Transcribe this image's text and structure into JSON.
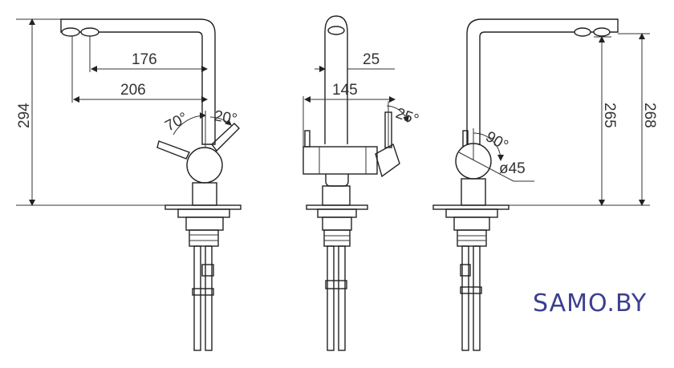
{
  "brand": {
    "logo_text": "SAMO.BY",
    "color": "#3b3f8f"
  },
  "left_view": {
    "total_height": "294",
    "reach_inner": "176",
    "reach_outer": "206",
    "lever_angle_a": "70°",
    "lever_angle_b": "20°"
  },
  "center_view": {
    "spout_diameter": "25",
    "body_width": "145",
    "lever_angle": "25°"
  },
  "right_view": {
    "height_a": "265",
    "height_b": "268",
    "rotation_angle": "90°",
    "body_diameter": "ø45"
  }
}
